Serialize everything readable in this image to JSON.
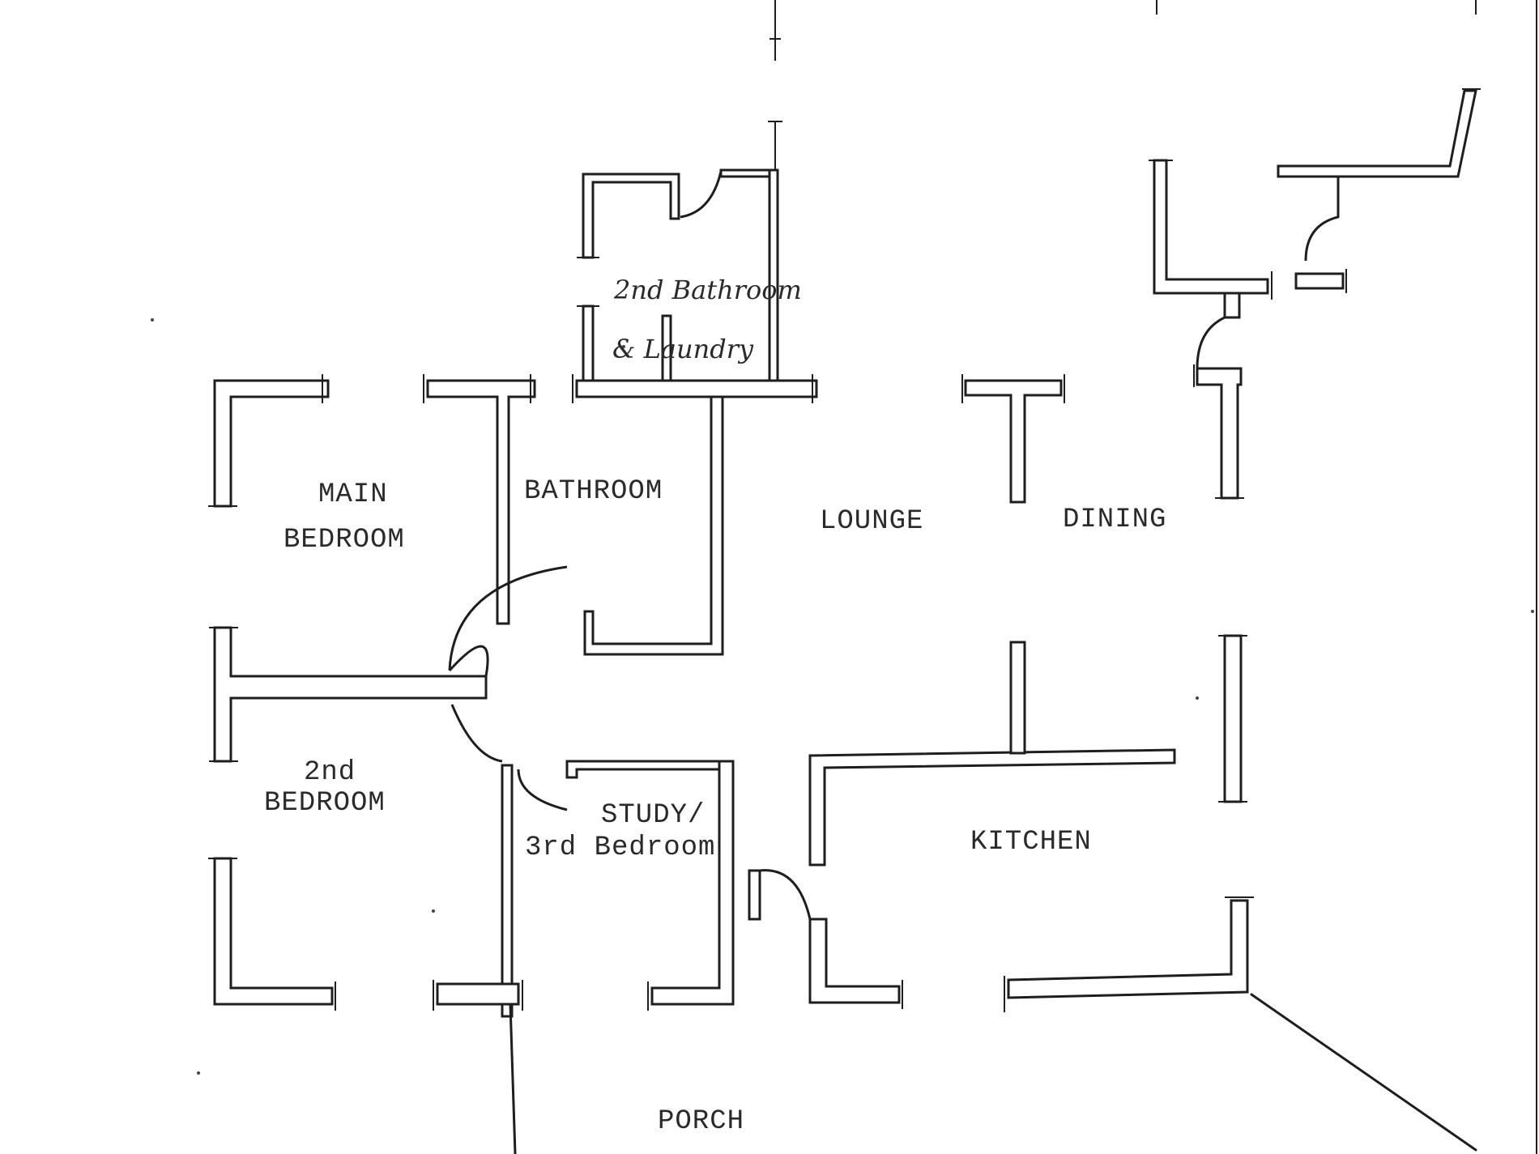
{
  "rooms": {
    "main_bedroom_line1": "MAIN",
    "main_bedroom_line2": "BEDROOM",
    "bathroom": "BATHROOM",
    "lounge": "LOUNGE",
    "dining": "DINING",
    "second_bedroom_line1": "2nd",
    "second_bedroom_line2": "BEDROOM",
    "study_line1": "STUDY/",
    "study_line2": "3rd Bedroom",
    "kitchen": "KITCHEN",
    "porch": "PORCH",
    "second_bathroom_line1": "2nd  Bathroom",
    "second_bathroom_line2": "&   Laundry"
  },
  "colors": {
    "ink": "#1e1e1e",
    "paper": "#ffffff"
  }
}
